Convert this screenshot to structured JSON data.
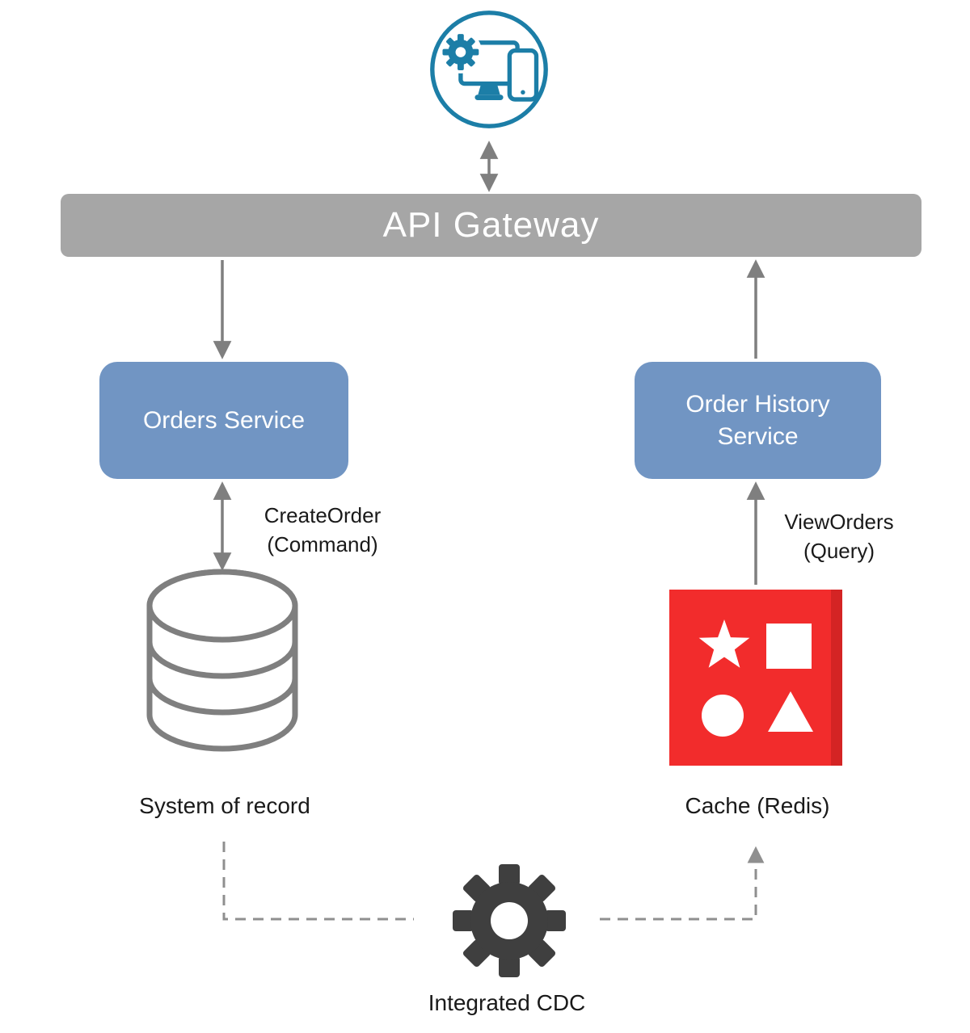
{
  "labels": {
    "api_gateway": "API Gateway",
    "orders_service": "Orders Service",
    "order_history_service": "Order History Service",
    "system_of_record": "System of record",
    "cache_redis": "Cache (Redis)",
    "integrated_cdc": "Integrated CDC"
  },
  "edge_labels": {
    "create_order": {
      "line1": "CreateOrder",
      "line2": "(Command)"
    },
    "view_orders": {
      "line1": "ViewOrders",
      "line2": "(Query)"
    }
  },
  "icons": {
    "client": "client-devices-icon",
    "database": "database-cylinder-icon",
    "cache": "redis-cache-icon",
    "cdc": "gear-icon"
  },
  "colors": {
    "gateway_bar": "#a6a6a6",
    "service_box": "#7195c3",
    "connector": "#7f7f7f",
    "dashed_connector": "#8f8f8f",
    "redis_red": "#f22c2c",
    "redis_edge": "#d42424",
    "client_teal": "#1c7ea7",
    "cdc_gear": "#3f3f3f",
    "text": "#1a1a1a"
  }
}
